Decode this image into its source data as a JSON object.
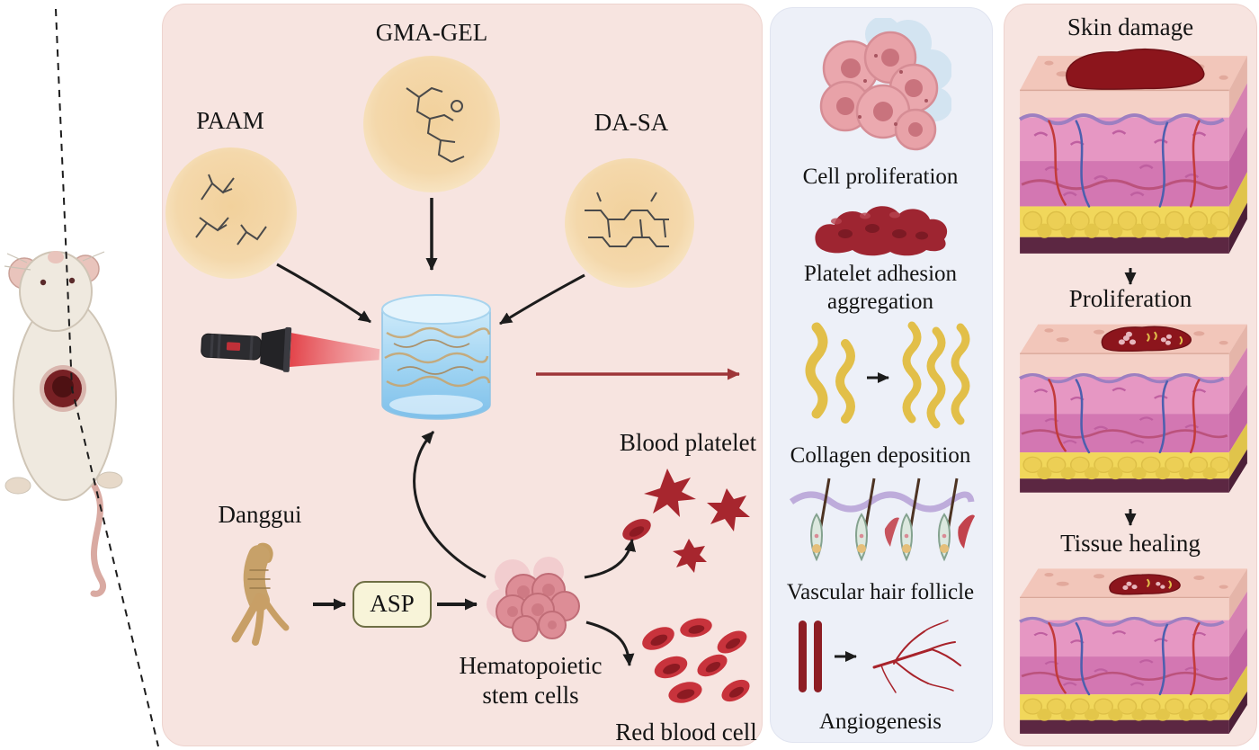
{
  "colors": {
    "main_panel_bg": "#f7e4e0",
    "effects_panel_bg": "#edf0f8",
    "healing_panel_bg": "#f7e4e0",
    "arrow_black": "#1c1c1c",
    "arrow_red": "#9e3538",
    "chem_circle": "#f4d8ab",
    "hydrogel_blue": "#8cc9ef",
    "wound_red": "#8c151c"
  },
  "main_panel": {
    "gma_gel_label": "GMA-GEL",
    "paam_label": "PAAM",
    "da_sa_label": "DA-SA",
    "danggui_label": "Danggui",
    "asp_label": "ASP",
    "stem_cells_label": "Hematopoietic stem cells",
    "blood_platelet_label": "Blood platelet",
    "red_blood_cell_label": "Red blood cell"
  },
  "effects_panel": {
    "items": [
      {
        "label": "Cell proliferation"
      },
      {
        "label": "Platelet adhesion aggregation"
      },
      {
        "label": "Collagen deposition"
      },
      {
        "label": "Vascular hair follicle"
      },
      {
        "label": "Angiogenesis"
      }
    ]
  },
  "healing_panel": {
    "stages": [
      {
        "label": "Skin damage"
      },
      {
        "label": "Proliferation"
      },
      {
        "label": "Tissue healing"
      }
    ]
  },
  "illustrations": {
    "mouse": "mouse-with-skin-wound",
    "uv_light": "uv-light-device",
    "hydrogel": "hydrogel-cylinder",
    "danggui_root": "angelica-root",
    "stem_cells": "hematopoietic-stem-cell-cluster",
    "platelets": "blood-platelets",
    "red_blood_cells": "red-blood-cells",
    "skin_sections": "skin-cross-section"
  }
}
